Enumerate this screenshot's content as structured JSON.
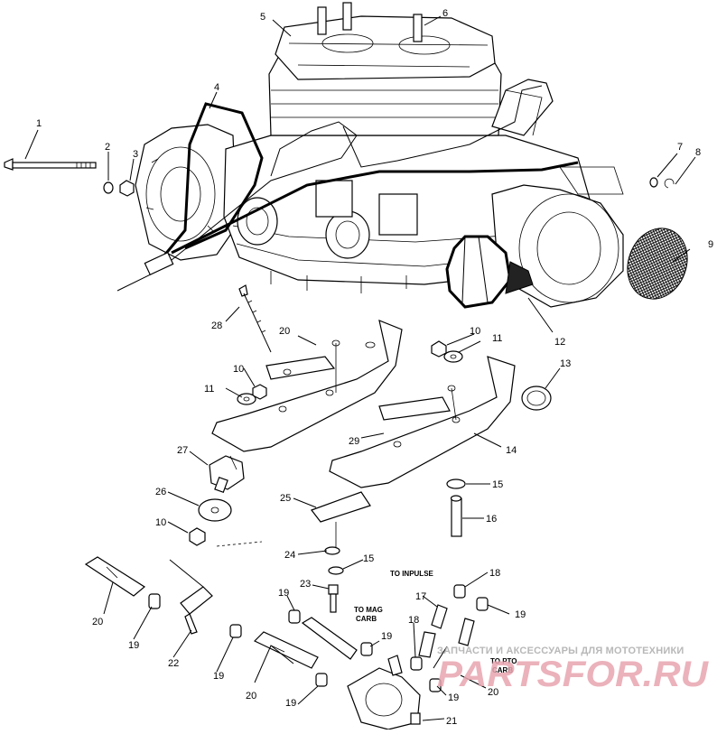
{
  "callouts": [
    {
      "id": "c5",
      "label": "5"
    },
    {
      "id": "c6",
      "label": "6"
    },
    {
      "id": "c4",
      "label": "4"
    },
    {
      "id": "c1",
      "label": "1"
    },
    {
      "id": "c2",
      "label": "2"
    },
    {
      "id": "c3",
      "label": "3"
    },
    {
      "id": "c7",
      "label": "7"
    },
    {
      "id": "c8",
      "label": "8"
    },
    {
      "id": "c9",
      "label": "9"
    },
    {
      "id": "c12",
      "label": "12"
    },
    {
      "id": "c13",
      "label": "13"
    },
    {
      "id": "c28",
      "label": "28"
    },
    {
      "id": "c20a",
      "label": "20"
    },
    {
      "id": "c10a",
      "label": "10"
    },
    {
      "id": "c11a",
      "label": "11"
    },
    {
      "id": "c10b",
      "label": "10"
    },
    {
      "id": "c11b",
      "label": "11"
    },
    {
      "id": "c14",
      "label": "14"
    },
    {
      "id": "c29",
      "label": "29"
    },
    {
      "id": "c27",
      "label": "27"
    },
    {
      "id": "c26",
      "label": "26"
    },
    {
      "id": "c10c",
      "label": "10"
    },
    {
      "id": "c25",
      "label": "25"
    },
    {
      "id": "c15a",
      "label": "15"
    },
    {
      "id": "c16",
      "label": "16"
    },
    {
      "id": "c24",
      "label": "24"
    },
    {
      "id": "c15b",
      "label": "15"
    },
    {
      "id": "c23",
      "label": "23"
    },
    {
      "id": "c18a",
      "label": "18"
    },
    {
      "id": "c17",
      "label": "17"
    },
    {
      "id": "c19a",
      "label": "19"
    },
    {
      "id": "c18b",
      "label": "18"
    },
    {
      "id": "c19b",
      "label": "19"
    },
    {
      "id": "c20b",
      "label": "20"
    },
    {
      "id": "c19c",
      "label": "19"
    },
    {
      "id": "c22",
      "label": "22"
    },
    {
      "id": "c19d",
      "label": "19"
    },
    {
      "id": "c20c",
      "label": "20"
    },
    {
      "id": "c19e",
      "label": "19"
    },
    {
      "id": "c19f",
      "label": "19"
    },
    {
      "id": "c19g",
      "label": "19"
    },
    {
      "id": "c20d",
      "label": "20"
    },
    {
      "id": "c21",
      "label": "21"
    }
  ],
  "notes": {
    "to_impulse": "TO INPULSE",
    "to_mag_carb_1": "TO MAG",
    "to_mag_carb_2": "CARB",
    "to_pto_carb_1": "TO PTO",
    "to_pto_carb_2": "CARB"
  },
  "watermark": {
    "tagline": "ЗАПЧАСТИ И АКСЕССУАРЫ ДЛЯ МОТОТЕХНИКИ",
    "logo": "PARTSFOR.RU"
  }
}
